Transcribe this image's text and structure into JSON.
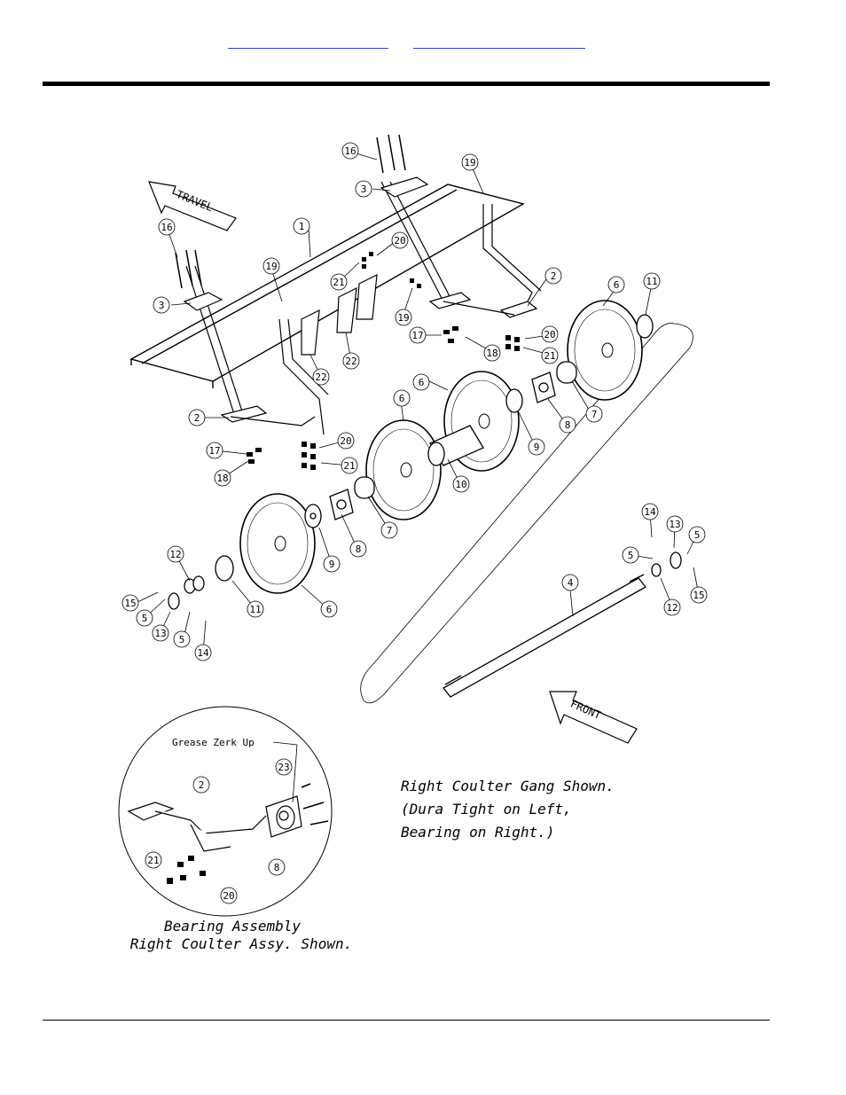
{
  "header": {
    "link_left": "",
    "link_right": ""
  },
  "diagram": {
    "travel_label": "TRAVEL",
    "front_label": "FRONT",
    "callouts": [
      "1",
      "2",
      "3",
      "4",
      "5",
      "6",
      "7",
      "8",
      "9",
      "10",
      "11",
      "12",
      "13",
      "14",
      "15",
      "16",
      "17",
      "18",
      "19",
      "20",
      "21",
      "22",
      "23"
    ],
    "inset": {
      "grease_note": "Grease Zerk Up",
      "caption_line1": "Bearing  Assembly",
      "caption_line2": "Right  Coulter  Assy.  Shown."
    },
    "notes": {
      "line1": "Right  Coulter  Gang  Shown.",
      "line2": "(Dura  Tight  on  Left,",
      "line3": "Bearing  on  Right.)"
    }
  }
}
